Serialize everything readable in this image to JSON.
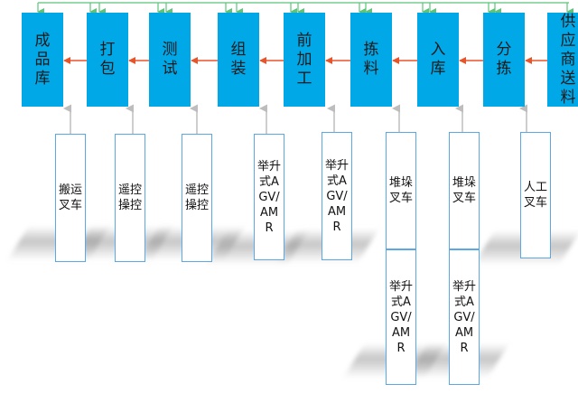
{
  "stages": [
    {
      "id": "finished",
      "label": "成品库"
    },
    {
      "id": "pack",
      "label": "打包"
    },
    {
      "id": "test",
      "label": "测试"
    },
    {
      "id": "assemble",
      "label": "组装"
    },
    {
      "id": "preprocess",
      "label": "前加工"
    },
    {
      "id": "pick",
      "label": "拣料"
    },
    {
      "id": "inbound",
      "label": "入库"
    },
    {
      "id": "sort",
      "label": "分拣"
    },
    {
      "id": "supplier",
      "label": "供应商送料"
    }
  ],
  "equipment": [
    {
      "id": "eq-finished",
      "label": "搬运叉车",
      "stage": "finished"
    },
    {
      "id": "eq-pack",
      "label": "遥控操控",
      "stage": "pack"
    },
    {
      "id": "eq-test",
      "label": "遥控操控",
      "stage": "test"
    },
    {
      "id": "eq-assemble",
      "label": "举升式AGV/AMR",
      "stage": "assemble"
    },
    {
      "id": "eq-preprocess",
      "label": "举升式AGV/AMR",
      "stage": "preprocess"
    },
    {
      "id": "eq-pick-1",
      "label": "堆垛叉车",
      "stage": "pick"
    },
    {
      "id": "eq-pick-2",
      "label": "举升式AGV/AMR",
      "stage": "pick"
    },
    {
      "id": "eq-inbound-1",
      "label": "堆垛叉车",
      "stage": "inbound"
    },
    {
      "id": "eq-inbound-2",
      "label": "举升式AGV/AMR",
      "stage": "inbound"
    },
    {
      "id": "eq-sort",
      "label": "人工叉车",
      "stage": "sort"
    }
  ],
  "colors": {
    "stage_fill": "#00a8e8",
    "flow_arrow": "#e8542a",
    "equip_border": "#5aa9e6",
    "link_arrow": "#bdbdbd",
    "feedback_arrow": "#5cc47a"
  }
}
